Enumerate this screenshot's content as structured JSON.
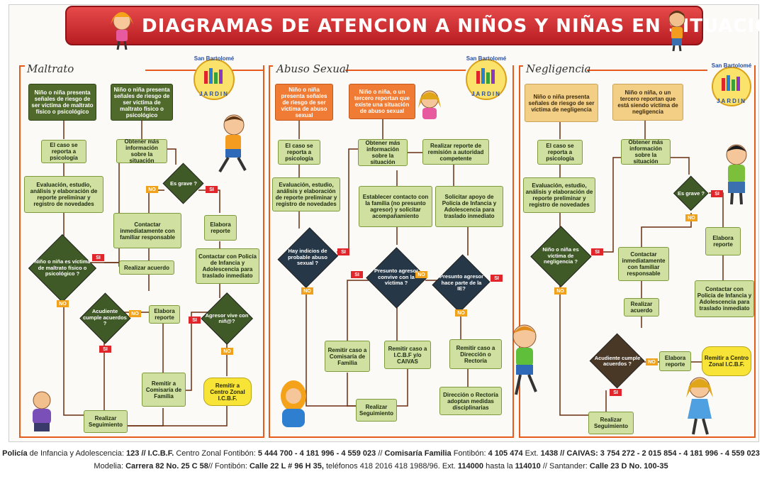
{
  "title": "DIAGRAMAS DE ATENCION A NIÑOS Y NIÑAS EN SITUACIONES DE:",
  "logo_text": {
    "top": "San Bartolomé",
    "bottom": "JARDIN"
  },
  "labels": {
    "yes": "SI",
    "no": "NO"
  },
  "colors": {
    "banner": "#c8242a",
    "frame": "#e65a1c",
    "box": "#cfe0a0",
    "dark_box": "#4f6a2a",
    "orange_box": "#f07b34",
    "tan_box": "#f2cf84",
    "yellow_box": "#f7e437"
  },
  "maltrato": {
    "title": "Maltrato",
    "start_a": "Niño o niña presenta señales de riesgo de ser víctima de maltrato físico o psicológico",
    "start_b": "Niño o niña presenta señales de riesgo de ser víctima de maltrato físico o psicológico",
    "psicologia": "El caso se reporta a psicología",
    "evaluacion": "Evaluación, estudio, análisis y elaboración de reporte preliminar y registro de novedades",
    "victima_q": "Niño o niña es víctima de maltrato físico o psicológico ?",
    "obtener": "Obtener más información sobre la situación",
    "grave_q": "Es grave ?",
    "contactar_familiar": "Contactar inmediatamente con familiar responsable",
    "acuerdo": "Realizar acuerdo",
    "acudiente_q": "Acudiente cumple acuerdos ?",
    "elabora_a": "Elabora reporte",
    "elabora_b": "Elabora reporte",
    "contactar_policia": "Contactar con Policía de Infancia y Adolescencia para traslado inmediato",
    "agresor_q": "Agresor vive con niñ@?",
    "comisaria": "Remitir a Comisaría de Familia",
    "icbf": "Remitir a Centro Zonal I.C.B.F.",
    "seguimiento": "Realizar Seguimiento"
  },
  "abuso": {
    "title": "Abuso Sexual",
    "start_a": "Niño o niña presenta señales de riesgo de ser víctima de abuso sexual",
    "start_b": "Niño o niña, o un tercero reportan que existe una situación de abuso sexual",
    "psicologia": "El caso se reporta a psicología",
    "evaluacion": "Evaluación, estudio, análisis y elaboración de reporte preliminar y registro de novedades",
    "indicios_q": "Hay indicios de probable abuso sexual ?",
    "obtener": "Obtener más información sobre la situación",
    "remision": "Realizar reporte de remisión a autoridad competente",
    "contacto_familia": "Establecer contacto con la familia (no presunto agresor) y solicitar acompañamiento",
    "apoyo_policia": "Solicitar apoyo de Policía de Infancia y Adolescencia para traslado inmediato",
    "convive_q": "Presunto agresor convive con la víctima ?",
    "hace_parte_q": "Presunto agresor hace parte de la IE?",
    "comisaria": "Remitir caso a Comisaría de Familia",
    "icbf": "Remitir caso a I.C.B.F y/o CAIVAS",
    "direccion": "Remitir caso a Dirección o Rectoría",
    "medidas": "Dirección o Rectoría adoptan medidas disciplinarias",
    "seguimiento": "Realizar Seguimiento"
  },
  "negligencia": {
    "title": "Negligencia",
    "start_a": "Niño o niña presenta señales de riesgo de ser víctima de negligencia",
    "start_b": "Niño o niña, o un tercero reportan que está siendo víctima de negligencia",
    "psicologia": "El caso se reporta a psicología",
    "evaluacion": "Evaluación, estudio, análisis y elaboración de reporte preliminar y registro de novedades",
    "victima_q": "Niño o niña es víctima de negligencia ?",
    "obtener": "Obtener más información sobre la situación",
    "grave_q": "Es grave ?",
    "contactar_familiar": "Contactar inmediatamente con familiar responsable",
    "elabora_a": "Elabora reporte",
    "contactar_policia": "Contactar con Policía de Infancia y Adolescencia para traslado inmediato",
    "acuerdo": "Realizar acuerdo",
    "acudiente_q": "Acudiente cumple acuerdos ?",
    "elabora_b": "Elabora reporte",
    "icbf": "Remitir a Centro Zonal I.C.B.F.",
    "seguimiento": "Realizar Seguimiento"
  },
  "footer": {
    "l1a": "Policía",
    "l1b": " de Infancia y Adolescencia: ",
    "l1c": "123 // I.C.B.F.",
    "l1d": " Centro Zonal Fontibón: ",
    "l1e": "5 444 700 - 4 181 996 - 4 559 023",
    "l1f": " // ",
    "l1g": "Comisaría Familia",
    "l1h": " Fontibón: ",
    "l1i": "4 105 474",
    "l1j": " Ext. ",
    "l1k": "1438 // CAIVAS: 3 754 272 - 2 015 854 - 4 181 996 - 4 559 023",
    "l2a": "Modelia: ",
    "l2b": "Carrera 82 No. 25 C 58",
    "l2c": "// Fontibón: ",
    "l2d": "Calle 22 L # 96 H 35,",
    "l2e": " teléfonos 418 2016 418 1988/96.  Ext.  ",
    "l2f": "114000",
    "l2g": " hasta la ",
    "l2h": "114010",
    "l2i": " // Santander: ",
    "l2j": "Calle 23 D No. 100-35"
  }
}
